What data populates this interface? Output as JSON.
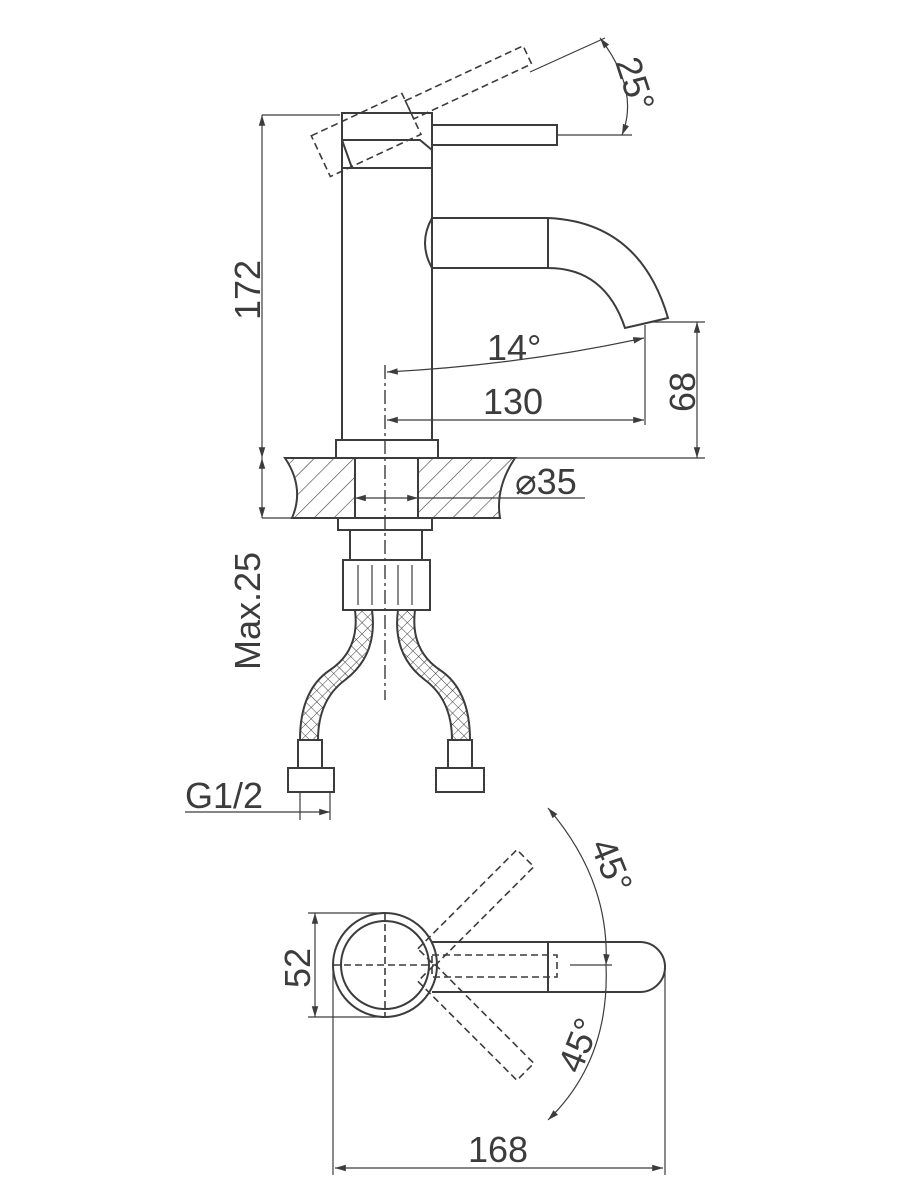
{
  "drawing": {
    "side_view": {
      "lever_angle": "25°",
      "height": "172",
      "spout_angle": "14°",
      "spout_reach": "130",
      "spout_height": "68",
      "hole_diameter": "⌀35",
      "max_counter_thickness": "Max.25",
      "connection_thread": "G1/2"
    },
    "top_view": {
      "angle_upper": "45°",
      "angle_lower": "45°",
      "body_diameter": "52",
      "overall_length": "168"
    }
  }
}
